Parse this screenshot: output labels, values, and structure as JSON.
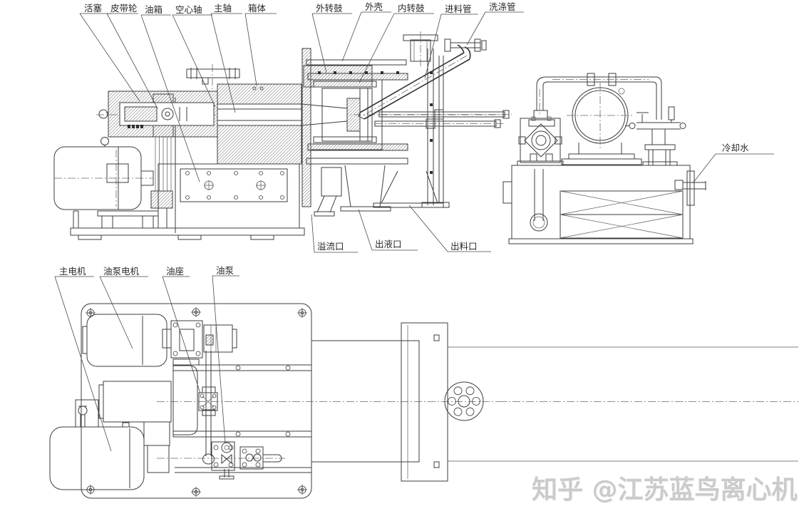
{
  "side_view": {
    "top_labels": [
      {
        "text": "活塞"
      },
      {
        "text": "皮带轮"
      },
      {
        "text": "油箱"
      },
      {
        "text": "空心轴"
      },
      {
        "text": "主轴"
      },
      {
        "text": "箱体"
      },
      {
        "text": "外转鼓"
      },
      {
        "text": "外壳"
      },
      {
        "text": "内转鼓"
      },
      {
        "text": "进料管"
      },
      {
        "text": "洗涤管"
      }
    ],
    "bottom_labels": [
      {
        "text": "溢流口"
      },
      {
        "text": "出液口"
      },
      {
        "text": "出料口"
      }
    ]
  },
  "end_view": {
    "labels": [
      {
        "text": "冷却水"
      }
    ]
  },
  "plan_view": {
    "labels": [
      {
        "text": "主电机"
      },
      {
        "text": "油泵电机"
      },
      {
        "text": "油座"
      },
      {
        "text": "油泵"
      }
    ]
  },
  "watermark": {
    "text": "知乎 @江苏蓝鸟离心机",
    "color": "#cbcbcb"
  },
  "line_color": "#3d3d3d",
  "background": "#ffffff"
}
